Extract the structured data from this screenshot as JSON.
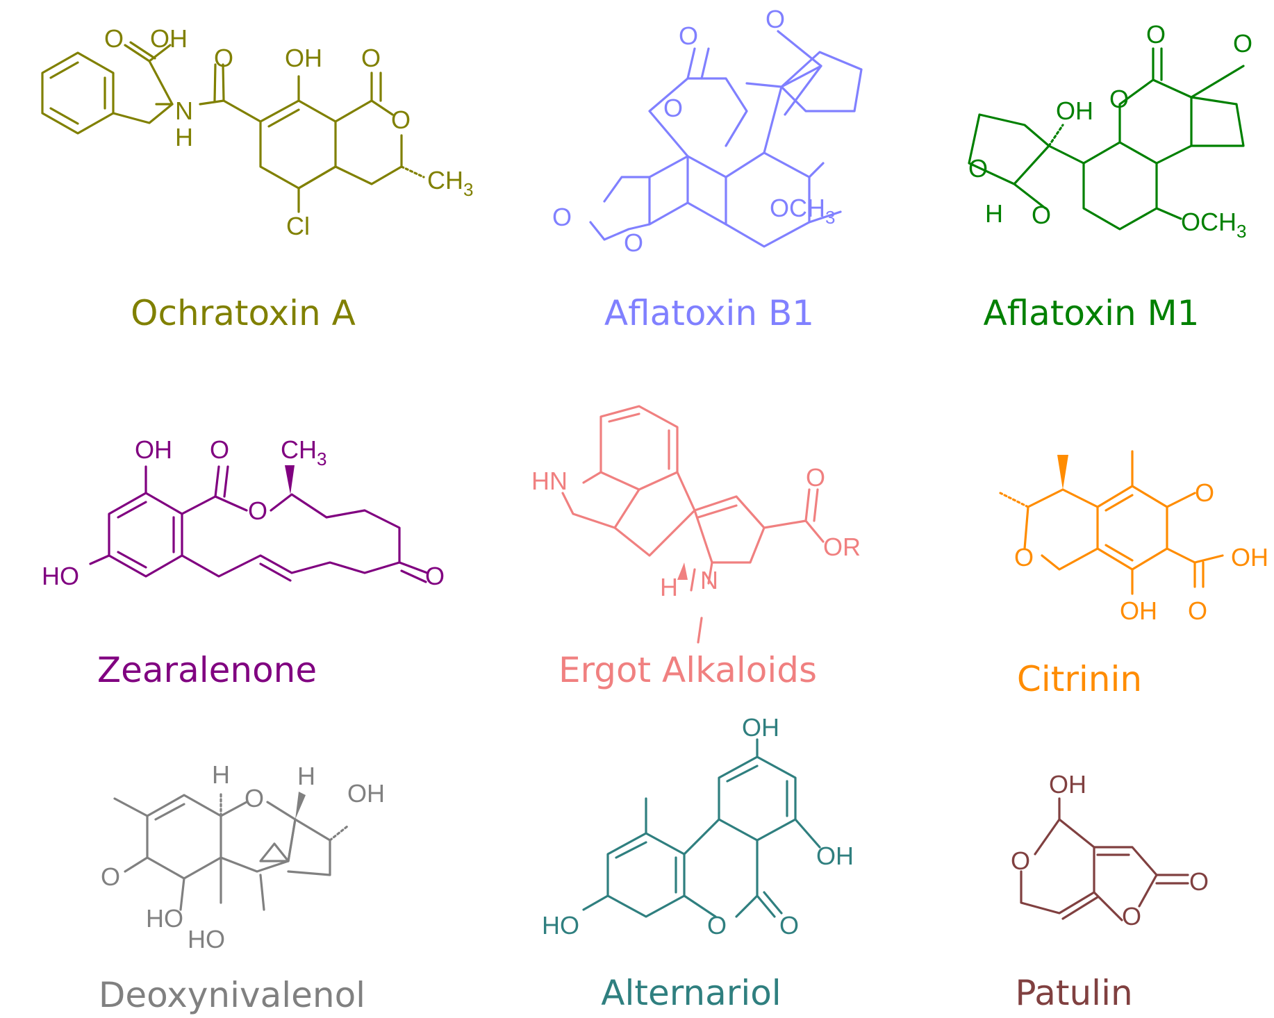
{
  "molecules": [
    {
      "name": "Ochratoxin A",
      "color": "#808000"
    },
    {
      "name": "Aflatoxin B1",
      "color": "#8080ff"
    },
    {
      "name": "Aflatoxin M1",
      "color": "#008000"
    },
    {
      "name": "Zearalenone",
      "color": "#800080"
    },
    {
      "name": "Ergot Alkaloids",
      "color": "#f08080"
    },
    {
      "name": "Citrinin",
      "color": "#ff8c00"
    },
    {
      "name": "Deoxynivalenol",
      "color": "#808080"
    },
    {
      "name": "Alternariol",
      "color": "#2f7f7f"
    },
    {
      "name": "Patulin",
      "color": "#804040"
    }
  ],
  "atom_labels": {
    "ochratoxin_a": {
      "o1": "O",
      "oh1": "OH",
      "nh_n": "N",
      "nh_h": "H",
      "o2": "O",
      "oh2": "OH",
      "o3": "O",
      "o4": "O",
      "ch3": "CH",
      "ch3_sub": "3",
      "cl": "Cl"
    },
    "aflatoxin_b1": {
      "o1": "O",
      "o2": "O",
      "o3": "O",
      "o4": "O",
      "o5": "O",
      "och3": "OCH",
      "och3_sub": "3"
    },
    "aflatoxin_m1": {
      "o1": "O",
      "o2": "O",
      "oh": "OH",
      "o3": "O",
      "o4": "O",
      "o5": "O",
      "h": "H",
      "och3": "OCH",
      "och3_sub": "3"
    },
    "zearalenone": {
      "oh1": "OH",
      "o1": "O",
      "ch3": "CH",
      "ch3_sub": "3",
      "o2": "O",
      "ho": "HO",
      "o3": "O"
    },
    "ergot": {
      "hn": "HN",
      "o1": "O",
      "or": "OR",
      "n": "N",
      "h": "H"
    },
    "citrinin": {
      "o1": "O",
      "o2": "O",
      "oh1": "OH",
      "oh2": "OH",
      "o3": "O"
    },
    "don": {
      "h1": "H",
      "o1": "O",
      "h2": "H",
      "oh1": "OH",
      "o2": "O",
      "ho1": "HO",
      "ho2": "HO"
    },
    "alternariol": {
      "oh1": "OH",
      "oh2": "OH",
      "ho": "HO",
      "o1": "O",
      "o2": "O"
    },
    "patulin": {
      "oh": "OH",
      "o1": "O",
      "o2": "O",
      "o3": "O"
    }
  }
}
